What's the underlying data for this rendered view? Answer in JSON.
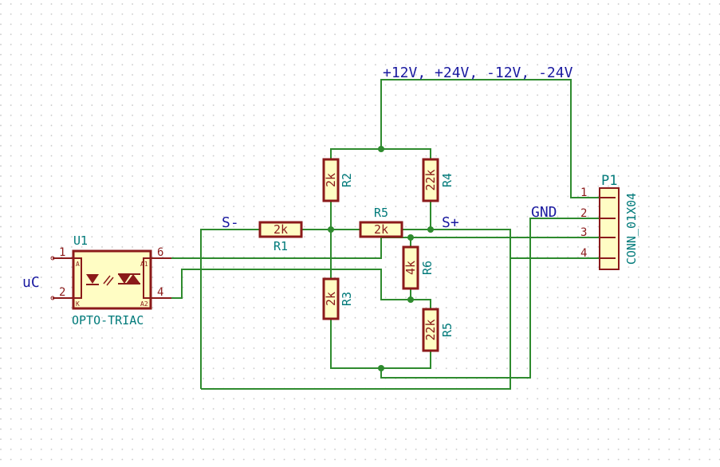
{
  "net_labels": {
    "supply": "+12V, +24V, -12V, -24V",
    "gnd": "GND",
    "s_minus": "S-",
    "s_plus": "S+",
    "uc": "uC"
  },
  "u1": {
    "ref": "U1",
    "value": "OPTO-TRIAC",
    "pins": [
      "1",
      "2",
      "6",
      "4"
    ],
    "pin_names": [
      "A",
      "K",
      "A1",
      "A2"
    ]
  },
  "p1": {
    "ref": "P1",
    "value": "CONN_01X04",
    "pins": [
      "1",
      "2",
      "3",
      "4"
    ]
  },
  "resistors": {
    "r1": {
      "ref": "R1",
      "value": "2k"
    },
    "r2": {
      "ref": "R2",
      "value": "2k"
    },
    "r3": {
      "ref": "R3",
      "value": "2k"
    },
    "r4": {
      "ref": "R4",
      "value": "22k"
    },
    "r5a": {
      "ref": "R5",
      "value": "2k"
    },
    "r5b": {
      "ref": "R5",
      "value": "22k"
    },
    "r6": {
      "ref": "R6",
      "value": "4k"
    }
  },
  "colors": {
    "wire": "#2e8b2e",
    "component": "#8b1a1a",
    "body_fill": "#fffdc4",
    "reference": "#007a7a",
    "net_label": "#1a1aa0",
    "grid": "#c8c8c8"
  }
}
